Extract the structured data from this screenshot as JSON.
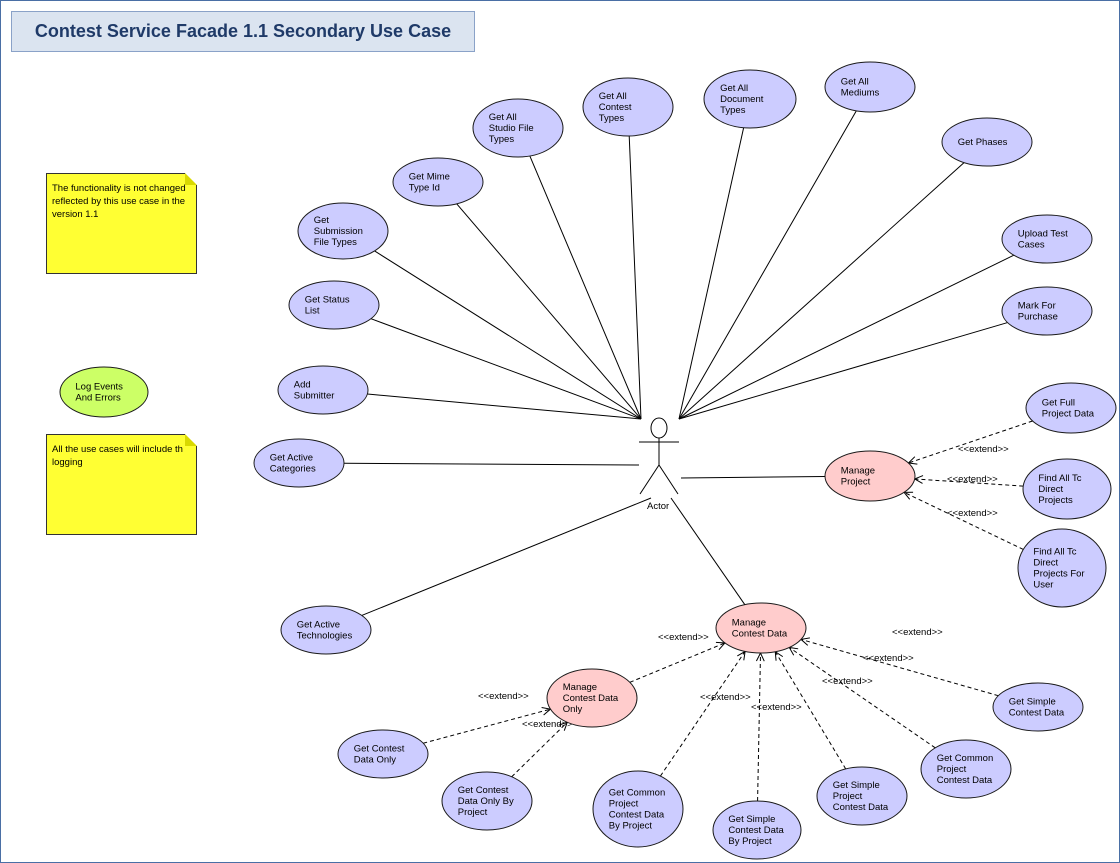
{
  "title": "Contest Service Facade 1.1 Secondary Use Case",
  "colors": {
    "use_case_blue": "#ccccff",
    "use_case_pink": "#ffcccc",
    "use_case_green": "#ccff66",
    "note_yellow": "#ffff33"
  },
  "notes": [
    {
      "id": "note-functionality",
      "text": "The functionality is not changed reflected by this use case in the version 1.1"
    },
    {
      "id": "note-logging",
      "text": "All the use cases will include th logging"
    }
  ],
  "actor": {
    "label": "Actor"
  },
  "extend_label": "<<extend>>",
  "use_cases": [
    {
      "id": "get-all-mediums",
      "lines": [
        "Get All",
        "Mediums"
      ],
      "color": "blue"
    },
    {
      "id": "get-all-document-types",
      "lines": [
        "Get All",
        "Document",
        "Types"
      ],
      "color": "blue"
    },
    {
      "id": "get-all-contest-types",
      "lines": [
        "Get All",
        "Contest",
        "Types"
      ],
      "color": "blue"
    },
    {
      "id": "get-all-studio-file-types",
      "lines": [
        "Get All",
        "Studio File",
        "Types"
      ],
      "color": "blue"
    },
    {
      "id": "get-phases",
      "lines": [
        "Get Phases"
      ],
      "color": "blue"
    },
    {
      "id": "get-mime-type-id",
      "lines": [
        "Get Mime",
        "Type Id"
      ],
      "color": "blue"
    },
    {
      "id": "get-submission-file-types",
      "lines": [
        "Get",
        "Submission",
        "File Types"
      ],
      "color": "blue"
    },
    {
      "id": "upload-test-cases",
      "lines": [
        "Upload Test",
        "Cases"
      ],
      "color": "blue"
    },
    {
      "id": "get-status-list",
      "lines": [
        "Get Status",
        "List"
      ],
      "color": "blue"
    },
    {
      "id": "mark-for-purchase",
      "lines": [
        "Mark For",
        "Purchase"
      ],
      "color": "blue"
    },
    {
      "id": "log-events-and-errors",
      "lines": [
        "Log Events",
        "And Errors"
      ],
      "color": "green"
    },
    {
      "id": "add-submitter",
      "lines": [
        "Add",
        "Submitter"
      ],
      "color": "blue"
    },
    {
      "id": "get-full-project-data",
      "lines": [
        "Get Full",
        "Project Data"
      ],
      "color": "blue"
    },
    {
      "id": "get-active-categories",
      "lines": [
        "Get Active",
        "Categories"
      ],
      "color": "blue"
    },
    {
      "id": "manage-project",
      "lines": [
        "Manage",
        "Project"
      ],
      "color": "pink"
    },
    {
      "id": "find-all-tc-direct-projects",
      "lines": [
        "Find All Tc",
        "Direct",
        "Projects"
      ],
      "color": "blue"
    },
    {
      "id": "find-all-tc-direct-projects-for-user",
      "lines": [
        "Find All Tc",
        "Direct",
        "Projects For",
        "User"
      ],
      "color": "blue"
    },
    {
      "id": "get-active-technologies",
      "lines": [
        "Get Active",
        "Technologies"
      ],
      "color": "blue"
    },
    {
      "id": "manage-contest-data",
      "lines": [
        "Manage",
        "Contest Data"
      ],
      "color": "pink"
    },
    {
      "id": "manage-contest-data-only",
      "lines": [
        "Manage",
        "Contest Data",
        "Only"
      ],
      "color": "pink"
    },
    {
      "id": "get-simple-contest-data",
      "lines": [
        "Get Simple",
        "Contest Data"
      ],
      "color": "blue"
    },
    {
      "id": "get-contest-data-only",
      "lines": [
        "Get Contest",
        "Data Only"
      ],
      "color": "blue"
    },
    {
      "id": "get-common-project-contest-data",
      "lines": [
        "Get Common",
        "Project",
        "Contest Data"
      ],
      "color": "blue"
    },
    {
      "id": "get-contest-data-only-by-project",
      "lines": [
        "Get Contest",
        "Data Only By",
        "Project"
      ],
      "color": "blue"
    },
    {
      "id": "get-common-project-contest-data-by-project",
      "lines": [
        "Get Common",
        "Project",
        "Contest Data",
        "By Project"
      ],
      "color": "blue"
    },
    {
      "id": "get-simple-project-contest-data",
      "lines": [
        "Get Simple",
        "Project",
        "Contest Data"
      ],
      "color": "blue"
    },
    {
      "id": "get-simple-contest-data-by-project",
      "lines": [
        "Get Simple",
        "Contest Data",
        "By Project"
      ],
      "color": "blue"
    }
  ]
}
